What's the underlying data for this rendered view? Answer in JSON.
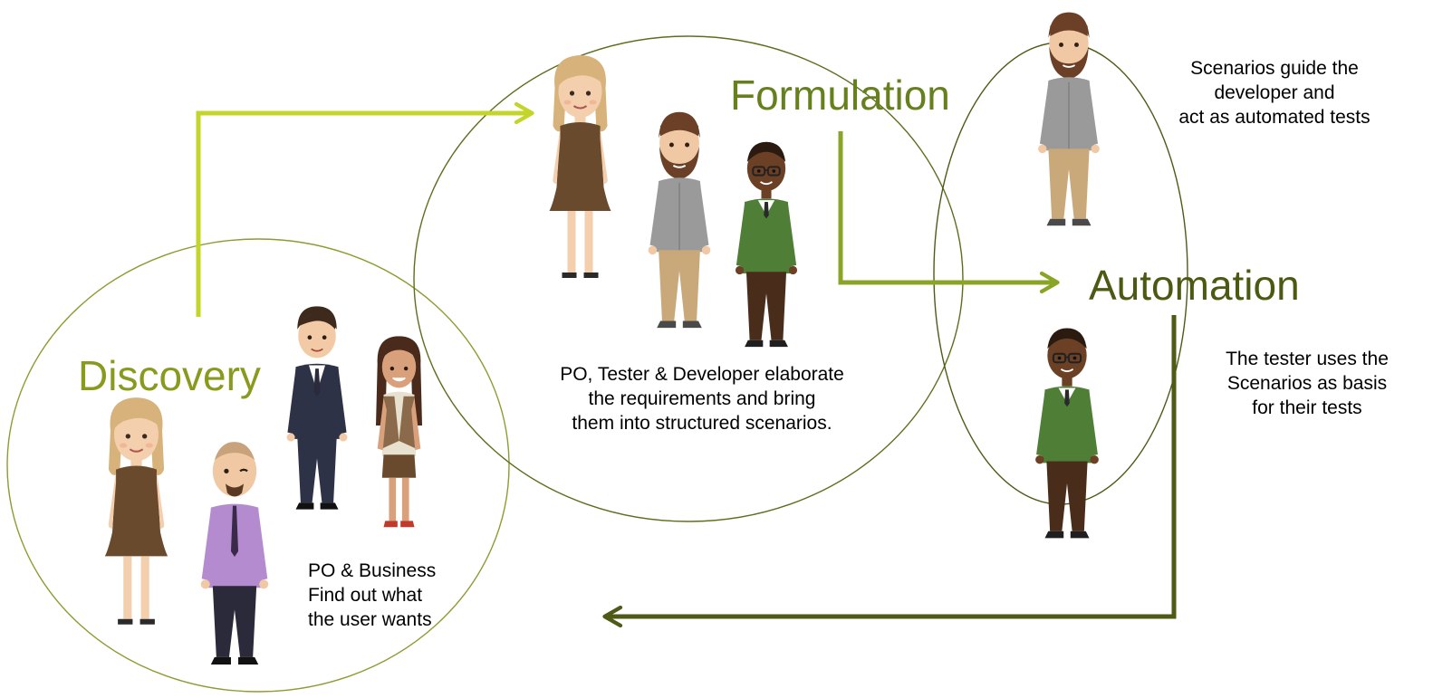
{
  "colors": {
    "discovery": "#8a9a1e",
    "formulation": "#66801e",
    "automation": "#4a5a12",
    "arrow_discovery": "#c3d52a",
    "arrow_formulation": "#8aa526",
    "arrow_automation": "#4e5a16",
    "circle_discovery": "#8f9b30",
    "circle_formulation": "#5f6e1c",
    "circle_automation": "#4e5a16"
  },
  "phases": {
    "discovery": {
      "title": "Discovery",
      "caption": [
        "PO & Business",
        "Find out what",
        "the user wants"
      ]
    },
    "formulation": {
      "title": "Formulation",
      "caption": [
        "PO, Tester & Developer elaborate",
        "the requirements and bring",
        "them into structured scenarios."
      ]
    },
    "automation": {
      "title": "Automation",
      "caption_top": [
        "Scenarios guide the",
        "developer and",
        "act as automated tests"
      ],
      "caption_bottom": [
        "The tester uses the",
        "Scenarios as basis",
        "for their tests"
      ]
    }
  },
  "people": [
    {
      "name": "po-woman",
      "role": "product owner"
    },
    {
      "name": "developer-bearded",
      "role": "developer"
    },
    {
      "name": "tester",
      "role": "tester"
    },
    {
      "name": "business-man-suit",
      "role": "business"
    },
    {
      "name": "business-woman-vest",
      "role": "business"
    },
    {
      "name": "business-man-purple",
      "role": "business"
    }
  ]
}
